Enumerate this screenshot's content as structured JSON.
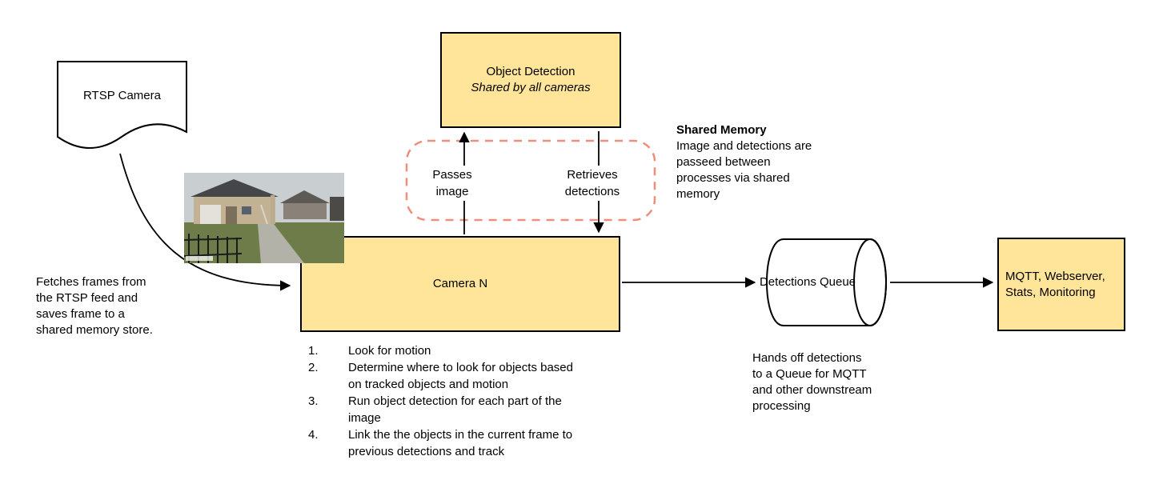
{
  "colors": {
    "node_fill": "#ffe599",
    "node_border": "#000000",
    "shared_memory_border": "#ee8e7b",
    "arrow": "#000000"
  },
  "nodes": {
    "rtsp_camera": {
      "label": "RTSP Camera"
    },
    "object_detection": {
      "title": "Object Detection",
      "subtitle": "Shared by all cameras"
    },
    "camera_n": {
      "label": "Camera N"
    },
    "detections_queue": {
      "label": "Detections Queue"
    },
    "outputs": {
      "label": "MQTT, Webserver, Stats, Monitoring"
    }
  },
  "edges": {
    "passes_image": "Passes image",
    "retrieves_detections": "Retrieves detections"
  },
  "notes": {
    "fetch": "Fetches frames from the RTSP feed and saves frame to a shared memory store.",
    "shared_memory_title": "Shared Memory",
    "shared_memory_body": "Image and detections are passeed between processes via shared memory",
    "queue_handoff": "Hands off detections to a Queue for MQTT and other downstream processing"
  },
  "camera_steps": [
    {
      "num": "1.",
      "text": "Look for motion"
    },
    {
      "num": "2.",
      "text": "Determine where to look for objects based on tracked objects and motion"
    },
    {
      "num": "3.",
      "text": "Run object detection for each part of the image"
    },
    {
      "num": "4.",
      "text": "Link the the objects in the current frame to previous detections and track"
    }
  ]
}
